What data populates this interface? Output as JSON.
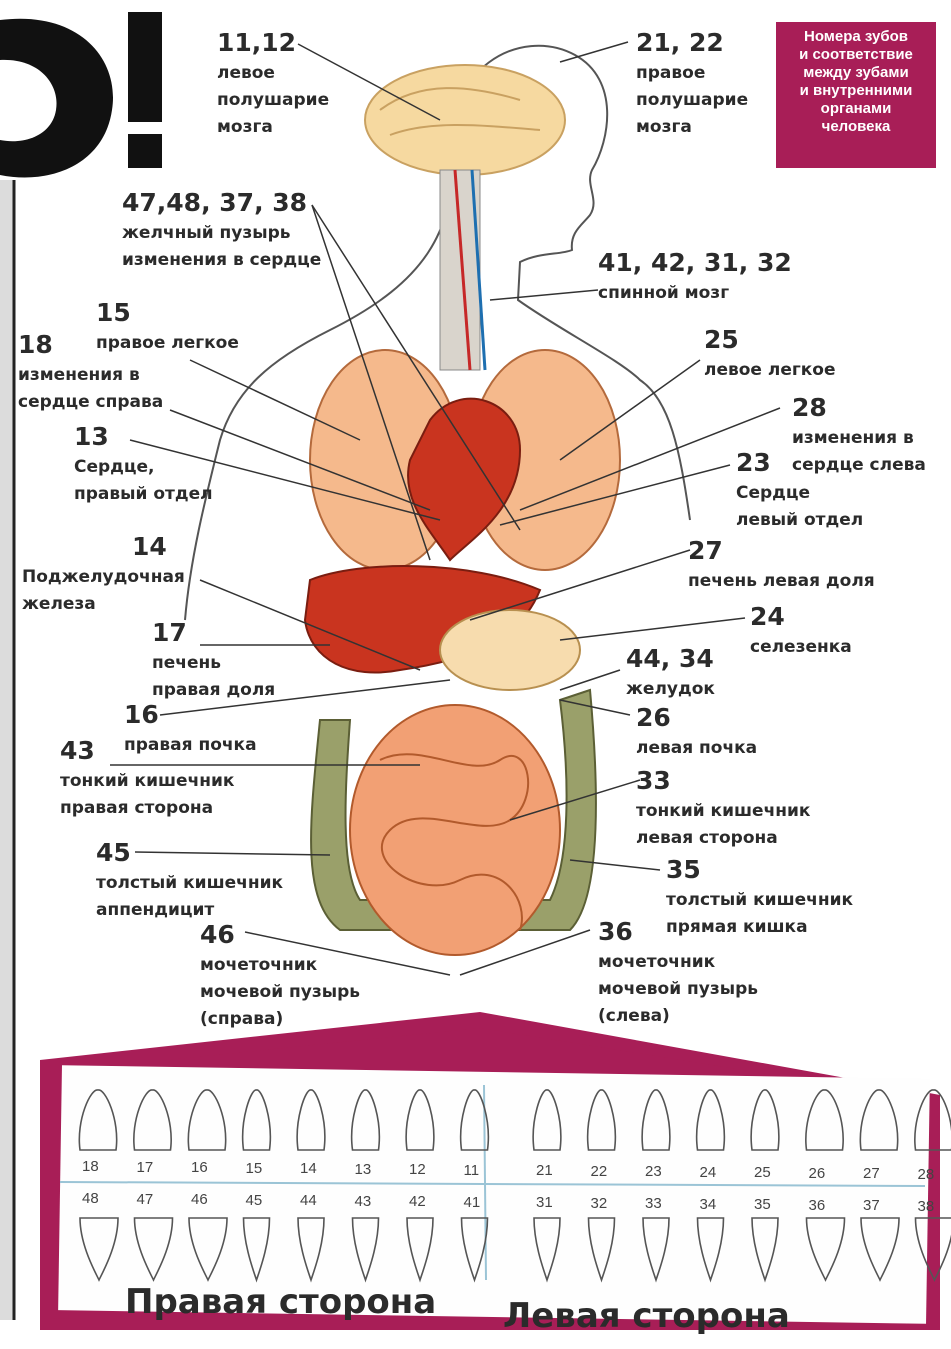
{
  "title": [
    "Номера зубов",
    "и соответствие",
    "между зубами",
    "и внутренними",
    "органами",
    "человека"
  ],
  "colors": {
    "accent": "#a81e57",
    "text": "#2b2b2b",
    "organ_red": "#c9341f",
    "organ_orange": "#f2a074",
    "brain": "#f6d9a0"
  },
  "labels": [
    {
      "num": "11,12",
      "lines": [
        "левое",
        "полушарие",
        "мозга"
      ]
    },
    {
      "num": "21, 22",
      "lines": [
        "правое",
        "полушарие",
        "мозга"
      ]
    },
    {
      "num": "47,48, 37, 38",
      "lines": [
        "желчный пузырь",
        "изменения в сердце"
      ]
    },
    {
      "num": "41, 42, 31, 32",
      "lines": [
        "спинной мозг"
      ]
    },
    {
      "num": "15",
      "lines": [
        "правое легкое"
      ]
    },
    {
      "num": "18",
      "lines": [
        "изменения в",
        "сердце справа"
      ]
    },
    {
      "num": "25",
      "lines": [
        "левое легкое"
      ]
    },
    {
      "num": "28",
      "lines": [
        "изменения в",
        "сердце слева"
      ]
    },
    {
      "num": "13",
      "lines": [
        "Сердце,",
        "правый отдел"
      ]
    },
    {
      "num": "23",
      "lines": [
        "Сердце",
        "левый отдел"
      ]
    },
    {
      "num": "14",
      "lines": [
        "Поджелудочная",
        "железа"
      ]
    },
    {
      "num": "27",
      "lines": [
        "печень левая доля"
      ]
    },
    {
      "num": "24",
      "lines": [
        "селезенка"
      ]
    },
    {
      "num": "17",
      "lines": [
        "печень",
        "правая доля"
      ]
    },
    {
      "num": "44, 34",
      "lines": [
        "желудок"
      ]
    },
    {
      "num": "16",
      "lines": [
        "правая почка"
      ]
    },
    {
      "num": "26",
      "lines": [
        "левая почка"
      ]
    },
    {
      "num": "43",
      "lines": [
        "тонкий кишечник",
        "правая сторона"
      ]
    },
    {
      "num": "33",
      "lines": [
        "тонкий кишечник",
        "левая сторона"
      ]
    },
    {
      "num": "45",
      "lines": [
        "толстый кишечник",
        "аппендицит"
      ]
    },
    {
      "num": "35",
      "lines": [
        "толстый кишечник",
        "прямая кишка"
      ]
    },
    {
      "num": "46",
      "lines": [
        "мочеточник",
        "мочевой пузырь",
        "(справа)"
      ]
    },
    {
      "num": "36",
      "lines": [
        "мочеточник",
        "мочевой пузырь",
        "(слева)"
      ]
    }
  ],
  "teeth": {
    "upper": [
      "18",
      "17",
      "16",
      "15",
      "14",
      "13",
      "12",
      "11",
      "21",
      "22",
      "23",
      "24",
      "25",
      "26",
      "27",
      "28"
    ],
    "lower": [
      "48",
      "47",
      "46",
      "45",
      "44",
      "43",
      "42",
      "41",
      "31",
      "32",
      "33",
      "34",
      "35",
      "36",
      "37",
      "38"
    ],
    "right_side_label": "Правая сторона",
    "left_side_label": "Левая сторона"
  }
}
